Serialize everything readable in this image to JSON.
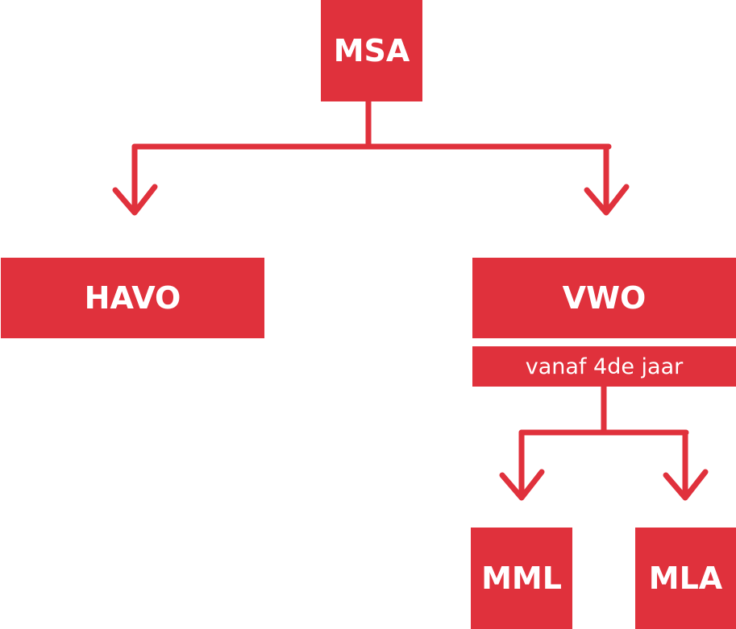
{
  "diagram": {
    "root": "MSA",
    "level2": [
      "HAVO",
      "VWO"
    ],
    "vwo_note": "vanaf 4de jaar",
    "level3": [
      "MML",
      "MLA"
    ]
  },
  "colors": {
    "accent": "#e0313c",
    "text": "#ffffff"
  }
}
